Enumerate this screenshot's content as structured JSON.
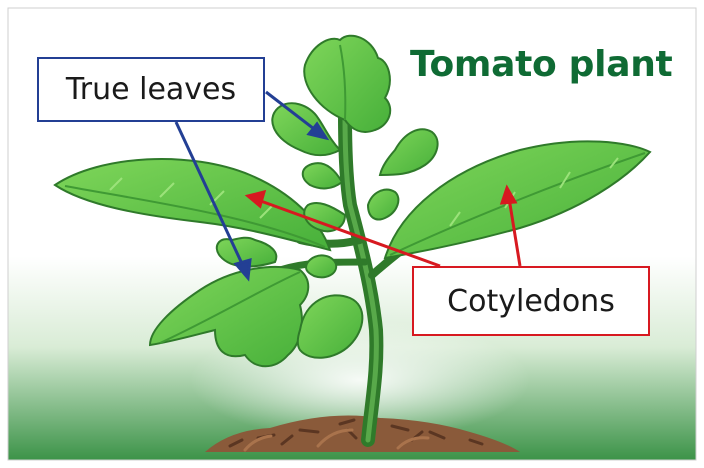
{
  "title": "Tomato plant",
  "labels": {
    "true_leaves": "True leaves",
    "cotyledons": "Cotyledons"
  },
  "colors": {
    "title": "#0f6b34",
    "true_leaves_box": "#233f94",
    "cotyledons_box": "#d71920",
    "leaf": "#5cc444",
    "leaf_dark": "#3a9a2c",
    "stem": "#2f7a2a",
    "soil": "#8a5a3a",
    "ground_gradient_top": "#ffffff",
    "ground_gradient_bottom": "#3f9a4a"
  },
  "icons": [
    "tomato-seedling-illustration",
    "soil-mound"
  ]
}
